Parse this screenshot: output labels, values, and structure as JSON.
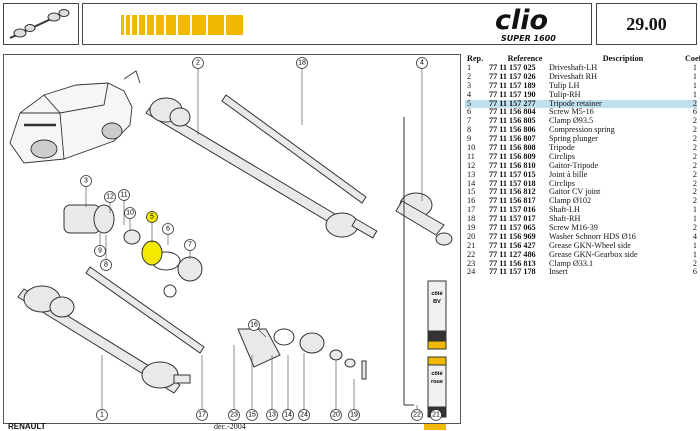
{
  "header": {
    "logo_text": "clio",
    "logo_subtitle": "SUPER 1600",
    "page_number": "29.00"
  },
  "colors": {
    "accent_yellow": "#f1b800",
    "highlight_row": "#bfe1ef",
    "callout_highlight": "#f4e900"
  },
  "table": {
    "headers": {
      "rep": "Rep.",
      "reference": "Reference",
      "description": "Description",
      "coef": "Coef"
    },
    "highlighted_rep": "5",
    "rows": [
      {
        "rep": "1",
        "reference": "77 11 157 025",
        "description": "Driveshaft-LH",
        "coef": "1"
      },
      {
        "rep": "2",
        "reference": "77 11 157 026",
        "description": "Driveshaft RH",
        "coef": "1"
      },
      {
        "rep": "3",
        "reference": "77 11 157 189",
        "description": "Tulip LH",
        "coef": "1"
      },
      {
        "rep": "4",
        "reference": "77 11 157 190",
        "description": "Tulip-RH",
        "coef": "1"
      },
      {
        "rep": "5",
        "reference": "77 11 157 277",
        "description": "Tripode retainer",
        "coef": "2"
      },
      {
        "rep": "6",
        "reference": "77 11 156 804",
        "description": "Screw M5-16",
        "coef": "6"
      },
      {
        "rep": "7",
        "reference": "77 11 156 805",
        "description": "Clamp Ø93.5",
        "coef": "2"
      },
      {
        "rep": "8",
        "reference": "77 11 156 806",
        "description": "Compression spring",
        "coef": "2"
      },
      {
        "rep": "9",
        "reference": "77 11 156 807",
        "description": "Spring plunger",
        "coef": "2"
      },
      {
        "rep": "10",
        "reference": "77 11 156 808",
        "description": "Tripode",
        "coef": "2"
      },
      {
        "rep": "11",
        "reference": "77 11 156 809",
        "description": "Circlips",
        "coef": "2"
      },
      {
        "rep": "12",
        "reference": "77 11 156 810",
        "description": "Gaitor-Tripode",
        "coef": "2"
      },
      {
        "rep": "13",
        "reference": "77 11 157 015",
        "description": "Joint à bille",
        "coef": "2"
      },
      {
        "rep": "14",
        "reference": "77 11 157 018",
        "description": "Circlips",
        "coef": "2"
      },
      {
        "rep": "15",
        "reference": "77 11 156 812",
        "description": "Gaitor CV joint",
        "coef": "2"
      },
      {
        "rep": "16",
        "reference": "77 11 156 817",
        "description": "Clamp Ø102",
        "coef": "2"
      },
      {
        "rep": "17",
        "reference": "77 11 157 016",
        "description": "Shaft-LH",
        "coef": "1"
      },
      {
        "rep": "18",
        "reference": "77 11 157 017",
        "description": "Shaft-RH",
        "coef": "1"
      },
      {
        "rep": "19",
        "reference": "77 11 157 065",
        "description": "Screw M16-39",
        "coef": "2"
      },
      {
        "rep": "20",
        "reference": "77 11 156 969",
        "description": "Washer Schnorr HDS Ø16",
        "coef": "4"
      },
      {
        "rep": "21",
        "reference": "77 11 156 427",
        "description": "Grease GKN-Wheel side",
        "coef": "1"
      },
      {
        "rep": "22",
        "reference": "77 11 127 486",
        "description": "Grease GKN-Gearbox side",
        "coef": "1"
      },
      {
        "rep": "23",
        "reference": "77 11 156 813",
        "description": "Clamp Ø33.1",
        "coef": "2"
      },
      {
        "rep": "24",
        "reference": "77 11 157 178",
        "description": "Insert",
        "coef": "6"
      }
    ]
  },
  "diagram": {
    "tube_labels": {
      "bv": [
        "côté",
        "BV"
      ],
      "roue": [
        "côté",
        "roue"
      ]
    },
    "callouts": [
      "1",
      "2",
      "3",
      "4",
      "5",
      "6",
      "7",
      "8",
      "9",
      "10",
      "11",
      "12",
      "13",
      "14",
      "15",
      "16",
      "17",
      "18",
      "19",
      "20",
      "21",
      "22",
      "23",
      "24"
    ]
  },
  "footer": {
    "brand": "RENAULT",
    "date": "déc.-2004"
  }
}
